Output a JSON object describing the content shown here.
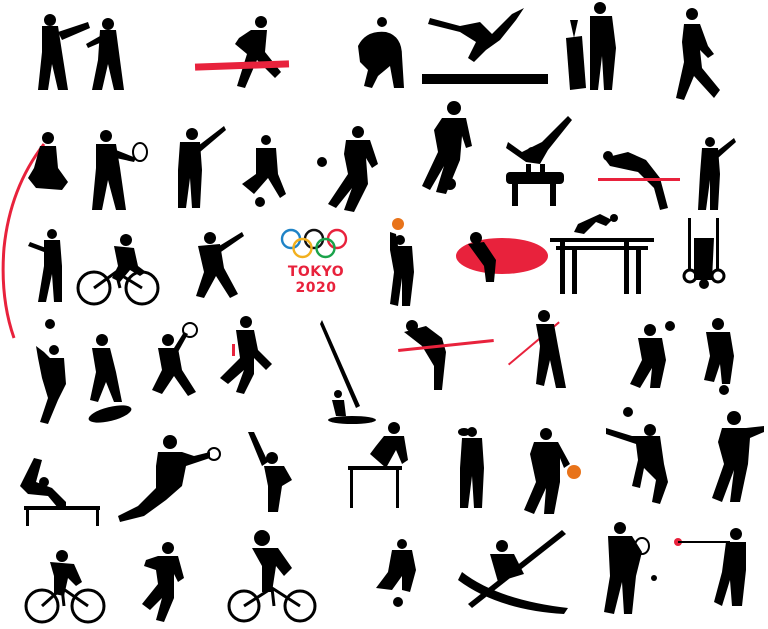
{
  "logo": {
    "text": "TOKYO 2020",
    "ring_colors": [
      "#1f83c6",
      "#f2b01e",
      "#111111",
      "#1aa34a",
      "#e8223c"
    ]
  },
  "colors": {
    "silhouette": "#000000",
    "accent_red": "#e8223c",
    "ball_orange": "#e8731a",
    "background": "#ffffff"
  },
  "silhouettes": [
    "taekwondo-pair",
    "hurdler-red-bar",
    "crouching-runner",
    "gymnast-balance-beam",
    "golfer-with-bag",
    "runner",
    "pole-vaulter",
    "tennis-player",
    "golfer-swing",
    "soccer-kick",
    "soccer-player",
    "basketball-player",
    "pommel-horse",
    "high-jumper",
    "golfer-finish",
    "golfer-address",
    "cyclist",
    "baseball-batter",
    "basketball-shooter",
    "wrestler-red-mat",
    "parallel-bars",
    "rings-gymnast",
    "volleyball-player",
    "surfer",
    "tennis-serve",
    "female-runner",
    "windsurfer",
    "high-jump-red-bar",
    "javelin-thrower",
    "football-player",
    "soccer-dribbler",
    "gymnast-bar",
    "goalkeeper",
    "karate-kick",
    "hurdles-athlete",
    "rugby-player",
    "basketball-dribbler",
    "volleyball-spike",
    "rugby-runner",
    "road-cyclist",
    "sprinter",
    "bmx-rider",
    "soccer-girl",
    "kayaker",
    "tennis-player-2",
    "hammer-thrower"
  ]
}
